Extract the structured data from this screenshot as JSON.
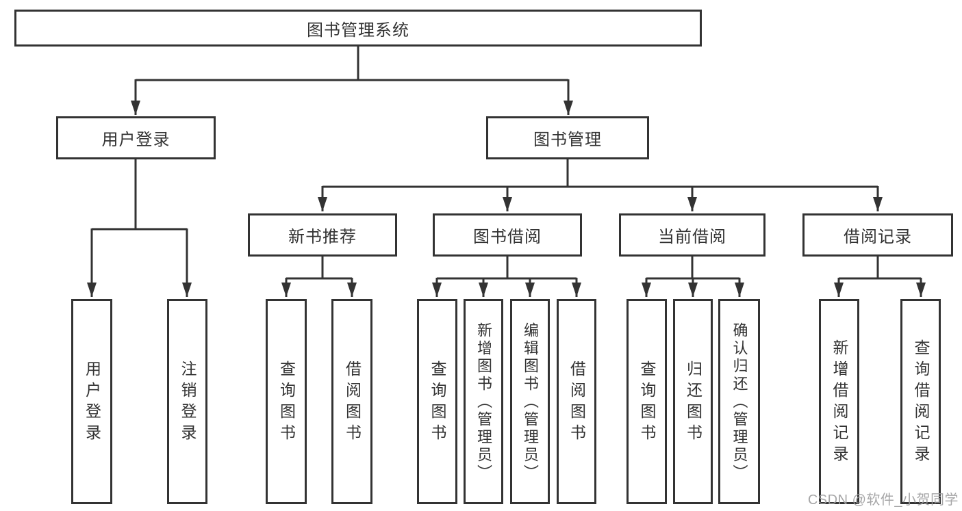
{
  "diagram": {
    "root": {
      "label": "图书管理系统"
    },
    "branches": [
      {
        "label": "用户登录",
        "children": [
          {
            "label": "用户登录"
          },
          {
            "label": "注销登录"
          }
        ]
      },
      {
        "label": "图书管理",
        "children": [
          {
            "label": "新书推荐",
            "children": [
              {
                "label": "查询图书"
              },
              {
                "label": "借阅图书"
              }
            ]
          },
          {
            "label": "图书借阅",
            "children": [
              {
                "label": "查询图书"
              },
              {
                "label": "新增图书（管理员）"
              },
              {
                "label": "编辑图书（管理员）"
              },
              {
                "label": "借阅图书"
              }
            ]
          },
          {
            "label": "当前借阅",
            "children": [
              {
                "label": "查询图书"
              },
              {
                "label": "归还图书"
              },
              {
                "label": "确认归还（管理员）"
              }
            ]
          },
          {
            "label": "借阅记录",
            "children": [
              {
                "label": "新增借阅记录"
              },
              {
                "label": "查询借阅记录"
              }
            ]
          }
        ]
      }
    ]
  },
  "watermark": {
    "text": "CSDN @软件_小贺同学"
  },
  "colors": {
    "line": "#333333",
    "text": "#333333",
    "background": "#ffffff",
    "watermark": "#9e9ea0"
  }
}
